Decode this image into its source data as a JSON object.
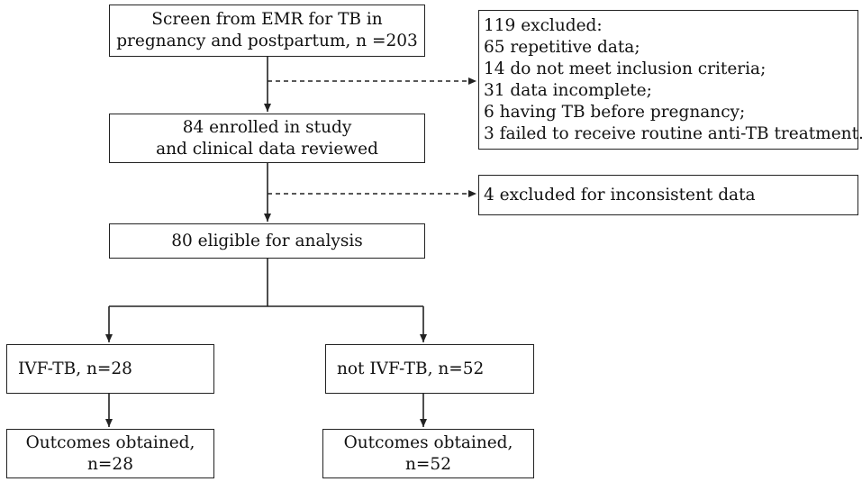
{
  "boxes": {
    "screen": {
      "lines": [
        "Screen from EMR for TB in",
        "pregnancy and postpartum, n =203"
      ]
    },
    "excluded1": {
      "lines": [
        "119 excluded:",
        "65 repetitive data;",
        "14 do not meet inclusion criteria;",
        "31 data incomplete;",
        "6 having TB before pregnancy;",
        "3 failed to receive routine anti-TB treatment."
      ]
    },
    "enrolled": {
      "lines": [
        "84 enrolled in study",
        "and clinical data reviewed"
      ]
    },
    "excluded2": {
      "lines": [
        "4 excluded for inconsistent data"
      ]
    },
    "eligible": {
      "lines": [
        "80 eligible for analysis"
      ]
    },
    "ivf": {
      "lines": [
        "IVF-TB, n=28"
      ]
    },
    "notivf": {
      "lines": [
        "not IVF-TB, n=52"
      ]
    },
    "outcomes_ivf": {
      "lines": [
        "Outcomes obtained,",
        "n=28"
      ]
    },
    "outcomes_notivf": {
      "lines": [
        "Outcomes obtained,",
        "n=52"
      ]
    }
  }
}
